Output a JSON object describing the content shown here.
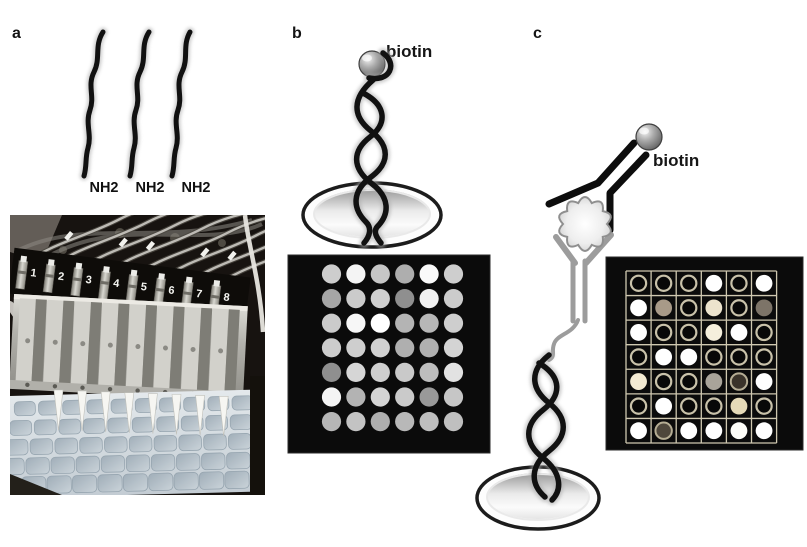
{
  "figure": {
    "panel_labels": {
      "a": "a",
      "b": "b",
      "c": "c"
    }
  },
  "panel_a": {
    "nh2_labels": [
      "NH2",
      "NH2",
      "NH2"
    ],
    "device_port_numbers": [
      "1",
      "2",
      "3",
      "4",
      "5",
      "6",
      "7",
      "8"
    ]
  },
  "panel_b": {
    "biotin_label": "biotin",
    "microarray": {
      "rows": 7,
      "cols": 6,
      "spot_colors": [
        [
          "#cdcdcd",
          "#f4f4f4",
          "#c6c6c6",
          "#aeaeae",
          "#fafafa",
          "#cecece"
        ],
        [
          "#a6a6a6",
          "#cbcbcb",
          "#cfcfcf",
          "#8f8f8f",
          "#f1f1f1",
          "#cccccc"
        ],
        [
          "#cbcbcb",
          "#f7f7f7",
          "#ffffff",
          "#b4b4b4",
          "#b7b7b7",
          "#cecece"
        ],
        [
          "#cccccc",
          "#cecece",
          "#d1d1d1",
          "#afafaf",
          "#b0b0b0",
          "#d4d4d4"
        ],
        [
          "#8f8f8f",
          "#d6d6d6",
          "#cfcfcf",
          "#c9c9c9",
          "#bdbdbd",
          "#e2e2e2"
        ],
        [
          "#f4f4f4",
          "#b3b3b3",
          "#d4d4d4",
          "#cacaca",
          "#999999",
          "#c6c6c6"
        ],
        [
          "#b6b6b6",
          "#c3c3c3",
          "#aeaeae",
          "#b8b8b8",
          "#bebebe",
          "#bfbfbf"
        ]
      ]
    }
  },
  "panel_c": {
    "biotin_label": "biotin",
    "microarray": {
      "rows": 7,
      "cols": 6,
      "cell_encoding": "r = empty ring outline spot, hex = filled spot color, d:hex = dark filled spot with ring",
      "cells": [
        [
          "r",
          "r",
          "r",
          "#ffffff",
          "r",
          "#ffffff"
        ],
        [
          "#ffffff",
          "#a89a88",
          "r",
          "#ece3cd",
          "r",
          "#7d7468"
        ],
        [
          "#ffffff",
          "r",
          "r",
          "#f5efdc",
          "#ffffff",
          "r"
        ],
        [
          "r",
          "#ffffff",
          "#ffffff",
          "r",
          "r",
          "r"
        ],
        [
          "#f3ead2",
          "r",
          "r",
          "#a9a49a",
          "d:#3a332a",
          "#ffffff"
        ],
        [
          "r",
          "#ffffff",
          "r",
          "r",
          "#e5dab8",
          "r"
        ],
        [
          "#ffffff",
          "d:#4e473c",
          "#ffffff",
          "#ffffff",
          "#fdfdf8",
          "#ffffff"
        ]
      ]
    }
  },
  "colors": {
    "page_background": "#ffffff",
    "array_background": "#0b0b0b",
    "array_c_grid_line": "#cfc8b0",
    "array_c_ring_stroke": "#c9c2aa",
    "dna_strand": "#111111",
    "dna_strand_halo": "#b0b0b0",
    "capture_antibody_gray": "#9c9c9c",
    "biotin_sphere": "#8a8a8a",
    "dish_outline": "#1c1c1c",
    "photo_background": "#171310",
    "photo_metal": "#b5b5b0",
    "photo_plate": "#ccd5db"
  }
}
